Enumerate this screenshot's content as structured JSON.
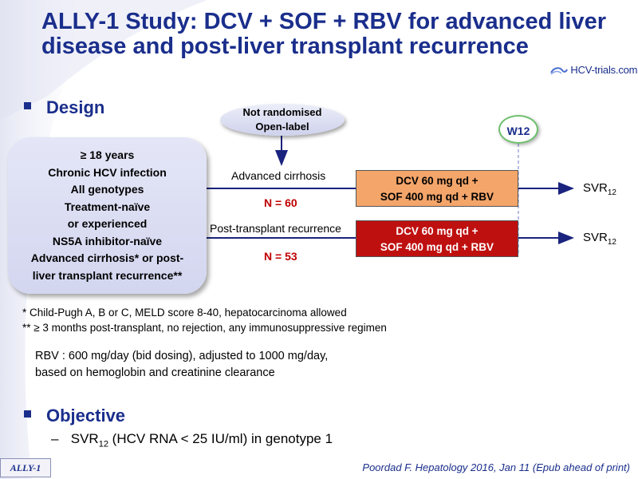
{
  "title": {
    "line1": "ALLY-1 Study: DCV + SOF + RBV for advanced liver",
    "line2": "disease and post-liver transplant recurrence"
  },
  "logo": {
    "text": "HCV-trials.com"
  },
  "design": {
    "heading": "Design",
    "criteria": [
      "≥ 18 years",
      "Chronic HCV infection",
      "All genotypes",
      "Treatment-naïve",
      "or experienced",
      "NS5A inhibitor-naïve",
      "Advanced cirrhosis*  or post-",
      "liver transplant  recurrence**"
    ],
    "design_label": {
      "line1": "Not randomised",
      "line2": "Open-label"
    },
    "timepoint": "W12",
    "arms": [
      {
        "label": "Advanced cirrhosis",
        "n": "N = 60",
        "treatment_line1": "DCV 60 mg qd +",
        "treatment_line2": "SOF 400 mg qd + RBV",
        "outcome": "SVR",
        "outcome_sub": "12",
        "color": "#f4a56a"
      },
      {
        "label": "Post-transplant recurrence",
        "n": "N = 53",
        "treatment_line1": "DCV 60 mg qd +",
        "treatment_line2": "SOF 400 mg qd + RBV",
        "outcome": "SVR",
        "outcome_sub": "12",
        "color": "#bf1010"
      }
    ]
  },
  "footnotes": {
    "note1": "*  Child-Pugh A, B or C, MELD score 8-40, hepatocarcinoma allowed",
    "note2": "** ≥ 3 months post-transplant, no rejection, any immunosuppressive regimen"
  },
  "rbv": {
    "line1": "RBV : 600 mg/day  (bid dosing), adjusted to 1000 mg/day,",
    "line2": "based on hemoglobin  and creatinine clearance"
  },
  "objective": {
    "heading": "Objective",
    "dash": "–",
    "item_prefix": "SVR",
    "item_sub": "12",
    "item_rest": " (HCV RNA < 25 IU/ml) in genotype 1"
  },
  "footer": {
    "study_tag": "ALLY-1",
    "reference": "Poordad F. Hepatology 2016, Jan 11 (Epub ahead of print)"
  },
  "colors": {
    "title": "#1a2e8c",
    "n_label": "#c00000",
    "line": "#1a237e"
  }
}
